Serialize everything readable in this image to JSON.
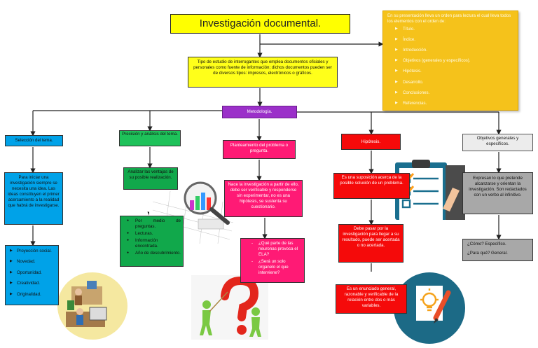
{
  "title": "Investigación documental.",
  "definition": "Tipo de estudio de interrogantes que emplea documentos oficiales y personales como fuente de información; dichos documentos pueden ser de diversos tipos: impresos, electrónicos o gráficos.",
  "presentation": {
    "intro": "En su presentación lleva un orden para lectura el cual lleva todos los elementos con el orden de:",
    "items": [
      "Título.",
      "Índice.",
      "Introducción.",
      "Objetivos (generales y específicos).",
      "Hipótesis.",
      "Desarrollo.",
      "Conclusiones.",
      "Referencias."
    ]
  },
  "methodology": "Metodología.",
  "branches": {
    "seleccion": {
      "header": "Selección del tema.",
      "body": "Para iniciar una investigación siempre se necesita una idea. Las ideas constituyen el primer acercamiento a la realidad que habrá de investigarse.",
      "items": [
        "Proyección social.",
        "Novedad.",
        "Oportunidad.",
        "Creatividad.",
        "Originalidad."
      ]
    },
    "precision": {
      "header": "Precisión y análisis del tema.",
      "body": "Analizar las ventajas de su posible realización.",
      "items": [
        "Por medio de preguntas.",
        "Lecturas.",
        "Información encontrada.",
        "Año de descubrimiento."
      ]
    },
    "planteamiento": {
      "header": "Planteamiento del problema o pregunta.",
      "body": "Nace la investigación a partir de ello, debe ser verificable y responderse sin experimentar, no es una hipótesis, se sustenta su cuestionario.",
      "items": [
        "¿Qué parte de las neuronas provoca el ELA?",
        "¿Será un solo organelo el que interviene?"
      ]
    },
    "hipotesis": {
      "header": "Hipótesis.",
      "body1": "Es una suposición acerca de la posible solución de un problema.",
      "body2": "Debe pasar por la investigación para llegar a su resultado, puede ser acertada o no acertada.",
      "body3": "Es un enunciado general, razonable y verificable de la relación entre dos o más variables."
    },
    "objetivos": {
      "header": "Objetivos generales y específicos.",
      "body": "Expresan lo que pretende alcanzarse y orientan la investigación. Son redactados con un verbo al infinitivo.",
      "items": [
        "¿Cómo? Específico.",
        "¿Para qué? General."
      ]
    }
  },
  "colors": {
    "title": "#ffff00",
    "presentation": "#f5c21b",
    "methodology": "#9b30c9",
    "seleccion": "#00a2e8",
    "precision": "#1ec25a",
    "planteamiento": "#ff1a75",
    "hipotesis": "#f50a0a",
    "objetivos": "#a8a8a8"
  },
  "icons": [
    "magnifier-chart-icon",
    "question-mark-people-icon",
    "clipboard-checklist-icon",
    "lightbulb-pencil-icon",
    "office-workers-icon"
  ]
}
